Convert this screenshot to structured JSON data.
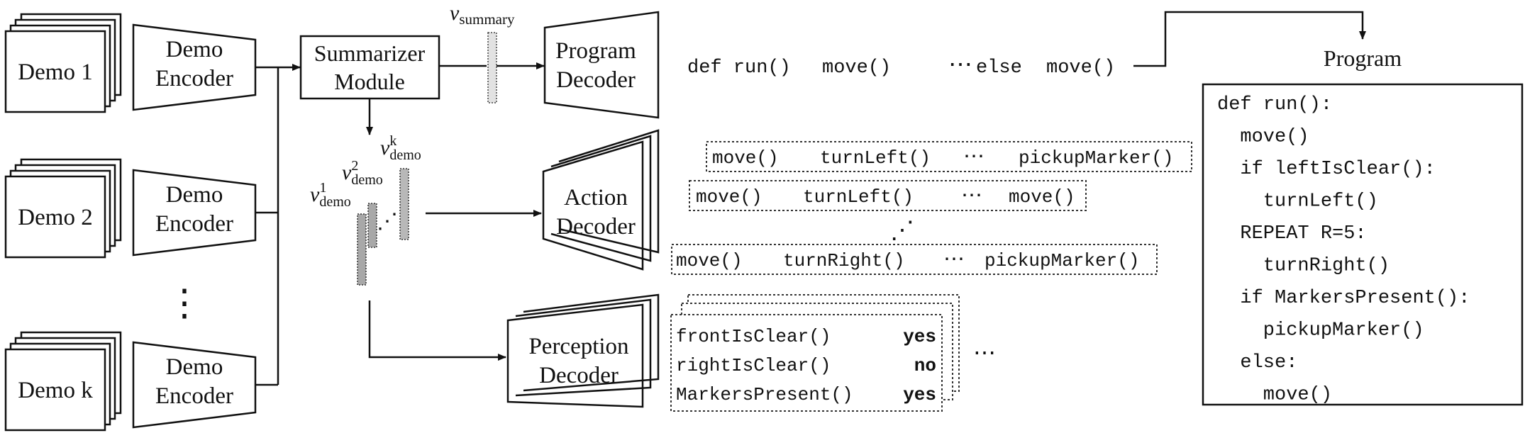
{
  "demos": [
    "Demo 1",
    "Demo 2",
    "Demo k"
  ],
  "demo_ellipsis": "⋮",
  "encoder_label_line1": "Demo",
  "encoder_label_line2": "Encoder",
  "summarizer": {
    "line1": "Summarizer",
    "line2": "Module"
  },
  "v_summary": {
    "base": "v",
    "sub": "summary"
  },
  "v_demo": [
    {
      "base": "v",
      "sup": "1",
      "sub": "demo"
    },
    {
      "base": "v",
      "sup": "2",
      "sub": "demo"
    },
    {
      "base": "v",
      "sup": "k",
      "sub": "demo"
    }
  ],
  "program_decoder": {
    "line1": "Program",
    "line2": "Decoder"
  },
  "action_decoder": {
    "line1": "Action",
    "line2": "Decoder"
  },
  "perception_decoder": {
    "line1": "Perception",
    "line2": "Decoder"
  },
  "program_sequence": [
    "def run()",
    "move()",
    "⋯",
    "else",
    "move()"
  ],
  "action_sequences": [
    [
      "move()",
      "turnLeft()",
      "⋯",
      "pickupMarker()"
    ],
    [
      "move()",
      "turnLeft()",
      "⋯",
      "move()"
    ],
    [
      "move()",
      "turnRight()",
      "⋯",
      "pickupMarker()"
    ]
  ],
  "action_ellipsis": "⋰",
  "perception_rows": [
    {
      "cond": "frontIsClear()",
      "value": "yes"
    },
    {
      "cond": "rightIsClear()",
      "value": "no"
    },
    {
      "cond": "MarkersPresent()",
      "value": "yes"
    }
  ],
  "perception_ellipsis": "⋯",
  "program_title": "Program",
  "program_lines": [
    "def run():",
    "  move()",
    "  if leftIsClear():",
    "    turnLeft()",
    "  REPEAT R=5:",
    "    turnRight()",
    "  if MarkersPresent():",
    "    pickupMarker()",
    "  else:",
    "    move()"
  ]
}
